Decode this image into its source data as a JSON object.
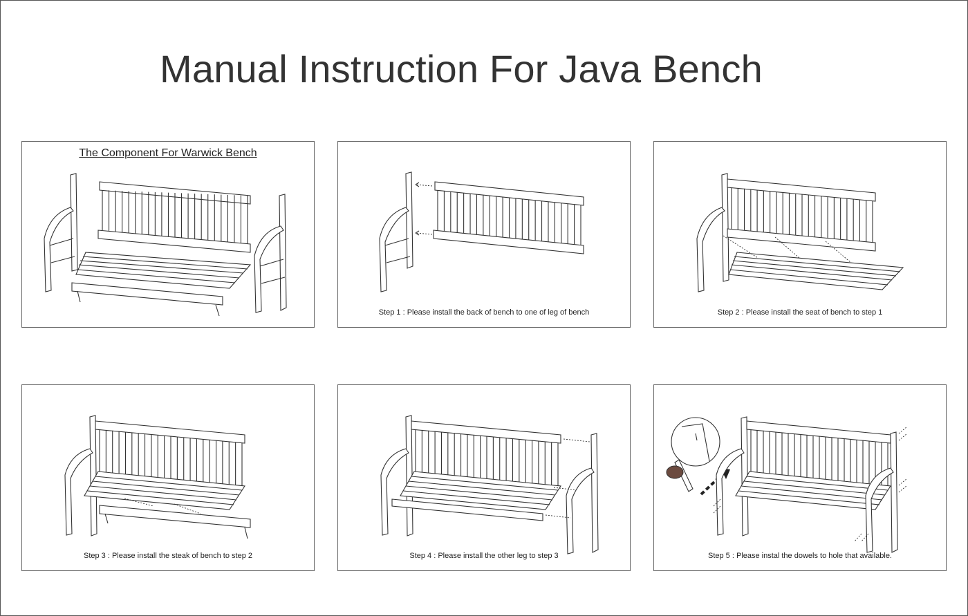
{
  "document": {
    "title": "Manual Instruction For Java Bench"
  },
  "components_panel": {
    "title": "The Component For Warwick Bench"
  },
  "steps": [
    {
      "caption": "Step 1 : Please install the back of bench to one of leg of bench"
    },
    {
      "caption": "Step 2 : Please install the seat of bench to step 1"
    },
    {
      "caption": "Step 3 : Please install the steak of bench to step 2"
    },
    {
      "caption": "Step 4 : Please install the other leg to step 3"
    },
    {
      "caption": "Step 5 : Please instal the dowels to hole that available."
    }
  ],
  "colors": {
    "line": "#333333",
    "border": "#666666",
    "dowel": "#6b4a3f"
  }
}
